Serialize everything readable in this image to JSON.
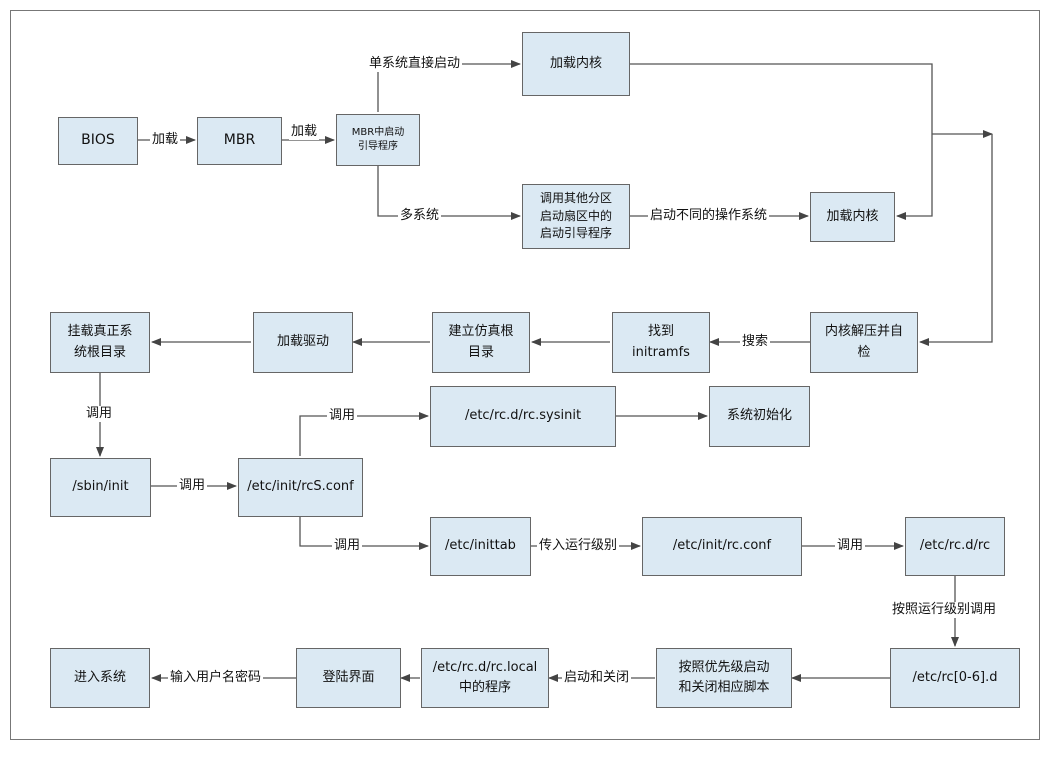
{
  "nodes": {
    "bios": "BIOS",
    "mbr": "MBR",
    "bootloader": "MBR中启动\n引导程序",
    "load_kernel_top": "加载内核",
    "other_partition": "调用其他分区\n启动扇区中的\n启动引导程序",
    "load_kernel_right": "加载内核",
    "kernel_decompress": "内核解压并自\n检",
    "find_initramfs": "找到\ninitramfs",
    "fake_root": "建立仿真根\n目录",
    "load_driver": "加载驱动",
    "mount_root": "挂载真正系\n统根目录",
    "sbin_init": "/sbin/init",
    "rcs_conf": "/etc/init/rcS.conf",
    "rc_sysinit": "/etc/rc.d/rc.sysinit",
    "sys_init": "系统初始化",
    "inittab": "/etc/inittab",
    "rc_conf": "/etc/init/rc.conf",
    "rc_d_rc": "/etc/rc.d/rc",
    "rc_0_6": "/etc/rc[0-6].d",
    "priority_scripts": "按照优先级启动\n和关闭相应脚本",
    "rc_local": "/etc/rc.d/rc.local\n中的程序",
    "login_screen": "登陆界面",
    "enter_system": "进入系统"
  },
  "edge_labels": {
    "bios_mbr": "加载",
    "mbr_boot": "加载",
    "single_system": "单系统直接启动",
    "multi_system": "多系统",
    "start_other_os": "启动不同的操作系统",
    "search": "搜索",
    "call_1": "调用",
    "call_2": "调用",
    "call_3": "调用",
    "call_4": "调用",
    "call_5": "调用",
    "pass_runlevel": "传入运行级别",
    "call_by_runlevel": "按照运行级别调用",
    "start_stop": "启动和关闭",
    "enter_credentials": "输入用户名密码"
  }
}
